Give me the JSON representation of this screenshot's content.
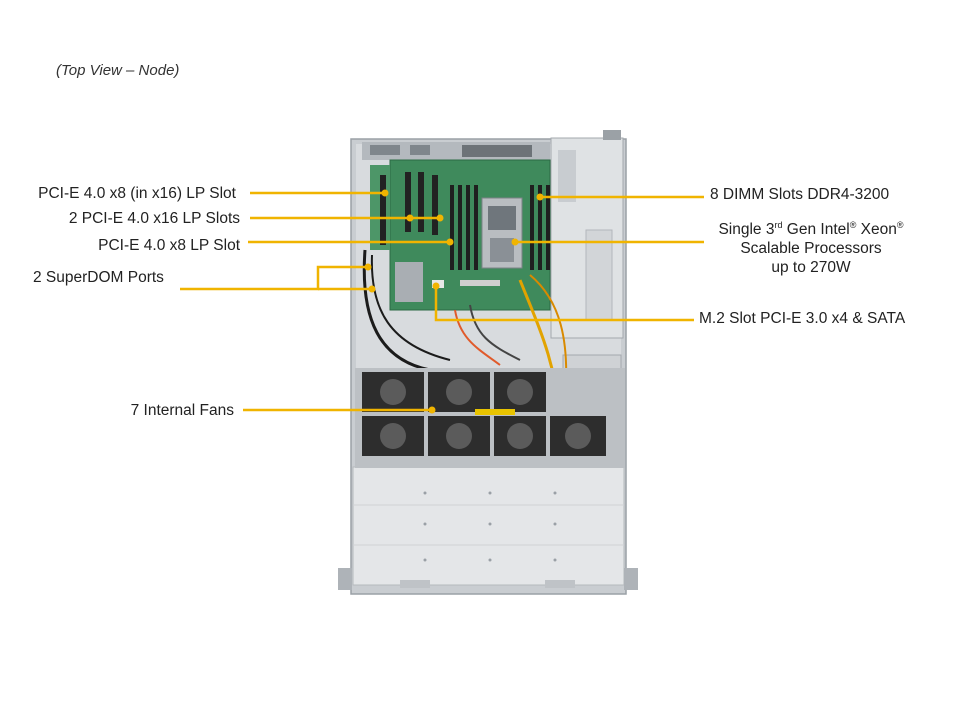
{
  "caption": "(Top View – Node)",
  "labels": {
    "pcie_x8_x16": "PCI-E  4.0 x8  (in x16)  LP Slot",
    "pcie_x16": "2 PCI-E  4.0 x16 LP Slots",
    "pcie_x8": "PCI-E  4.0 x8  LP Slot",
    "superdom": "2 SuperDOM Ports",
    "fans": "7 Internal  Fans",
    "dimm": "8 DIMM  Slots DDR4-3200",
    "cpu": {
      "pre": "Single 3",
      "sup1": "rd",
      "mid": " Gen Intel",
      "sup2": "®",
      "post": "  Xeon",
      "sup3": "®",
      "line2": "Scalable Processors",
      "line3": "up to 270W"
    },
    "m2": "M.2  Slot PCI-E 3.0 x4  & SATA"
  },
  "colors": {
    "callout": "#f0b400",
    "chassis": "#c9cdd1",
    "board": "#3f8a5c",
    "fan": "#2d2d2d"
  }
}
